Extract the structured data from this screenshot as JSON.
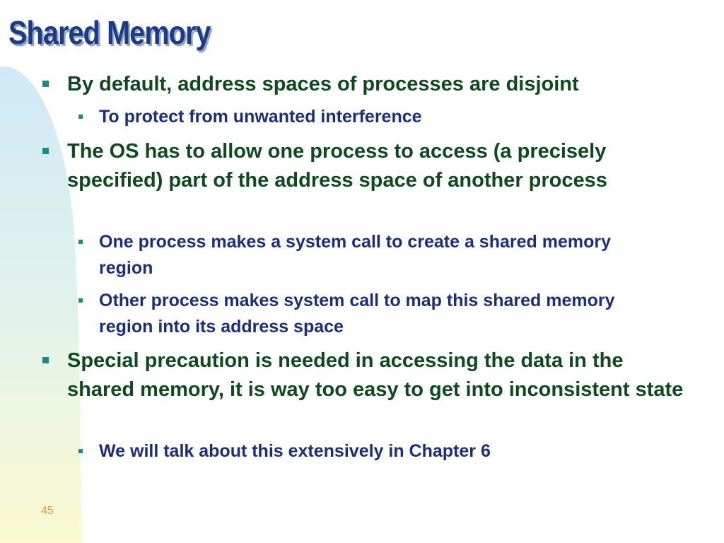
{
  "slide": {
    "title": "Shared Memory",
    "page_number": "45"
  },
  "bullets": [
    {
      "level": 1,
      "text": "By default, address spaces of processes are disjoint"
    },
    {
      "level": 2,
      "text": "To protect from unwanted interference"
    },
    {
      "level": 1,
      "text": "The OS has to allow one process to access (a precisely specified) part of the address space of another process"
    },
    {
      "level": 2,
      "text": "One process makes a system call to create a shared memory region"
    },
    {
      "level": 2,
      "text": "Other process makes system call to map this shared memory region into its address space"
    },
    {
      "level": 1,
      "text": "Special precaution is needed in accessing the data in the shared memory, it is way too easy to get into inconsistent state"
    },
    {
      "level": 2,
      "text": "We will talk about this extensively in Chapter 6"
    }
  ],
  "theme": {
    "title_color": "#1a3a8c",
    "level1_text_color": "#0d4a1e",
    "level2_text_color": "#1a2e80",
    "bullet_marker_color": "#1e8a82",
    "page_number_color": "#e8a040",
    "swoosh_top_color": "#cfe9f7",
    "swoosh_bottom_color": "#fbfad0"
  }
}
